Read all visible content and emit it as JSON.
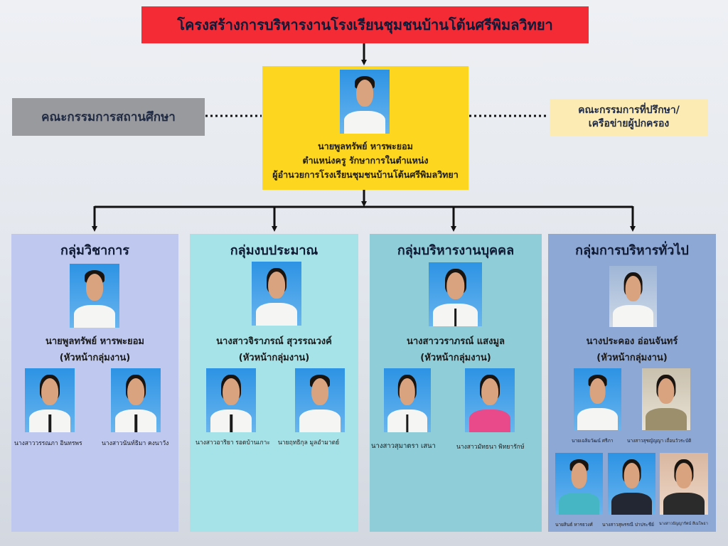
{
  "title": "โครงสร้างการบริหารงานโรงเรียนชุมชนบ้านโต้นศรีพิมลวิทยา",
  "director": {
    "name": "นายพูลทรัพย์  หารพะยอม",
    "position": "ตำแหน่งครู รักษาการในตำแหน่ง",
    "role": "ผู้อำนวยการโรงเรียนชุมชนบ้านโต้นศรีพิมลวิทยา"
  },
  "board": {
    "label": "คณะกรรมการสถานศึกษา"
  },
  "advisors": {
    "line1": "คณะกรรมการที่ปรึกษา/",
    "line2": "เครือข่ายผู้ปกครอง"
  },
  "groups": [
    {
      "title": "กลุ่มวิชาการ",
      "head_name": "นายพูลทรัพย์  หารพะยอม",
      "head_role": "(หัวหน้ากลุ่มงาน)",
      "members": [
        "นางสาววรรณภา  อินทรพร",
        "นางสาวนันท์ธิมา  คงนาวัง"
      ]
    },
    {
      "title": "กลุ่มงบประมาณ",
      "head_name": "นางสาวจิราภรณ์  สุวรรณวงค์",
      "head_role": "(หัวหน้ากลุ่มงาน)",
      "members": [
        "นางสาวอาริยา  รอดบ้านเกาะ",
        "นายฤทธิกุล  มูลอำมาตย์"
      ]
    },
    {
      "title": "กลุ่มบริหารงานบุคคล",
      "head_name": "นางสาววราภรณ์  แสงมูล",
      "head_role": "(หัวหน้ากลุ่มงาน)",
      "members": [
        "นางสาวสุมาตรา  เสนา",
        "นางสาวมัทธนา  พิทยารักษ์"
      ]
    },
    {
      "title": "กลุ่มการบริหารทั่วไป",
      "head_name": "นางประคอง  อ่อนจันทร์",
      "head_role": "(หัวหน้ากลุ่มงาน)",
      "members": [
        "นายเฉลิมวัฒน์  ศรีภา",
        "นางสาวสุชญัญญา  เถื่อนวัวระบัติ",
        "นายสินธ์  หารธวงศ์",
        "นางสาวสุพรรณี  ปาประชีย์",
        "นางสาวธัญญารัตน์  สีเมโพธา"
      ]
    }
  ]
}
